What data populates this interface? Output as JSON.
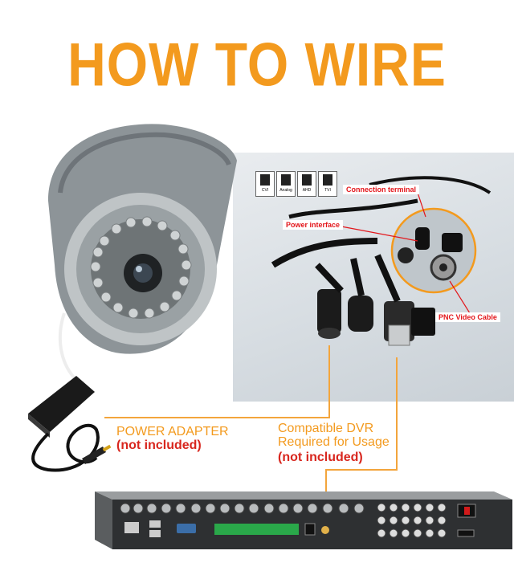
{
  "title": "HOW TO WIRE",
  "labels": {
    "power_adapter": "POWER ADAPTER",
    "power_adapter_note": "(not included)",
    "dvr_line1": "Compatible DVR",
    "dvr_line2": "Required for Usage",
    "dvr_note": "(not included)"
  },
  "callouts": {
    "connection_terminal": "Connection terminal",
    "power_interface": "Power interface",
    "pnc_video_cable": "PNC Video Cable"
  },
  "dip_switches": [
    "CVI",
    "Analog",
    "AHD",
    "TVI"
  ],
  "colors": {
    "title": "#f39a1e",
    "label": "#f39a1e",
    "note": "#d8261e",
    "wire": "#f3a53c",
    "callout": "#e3161b"
  }
}
